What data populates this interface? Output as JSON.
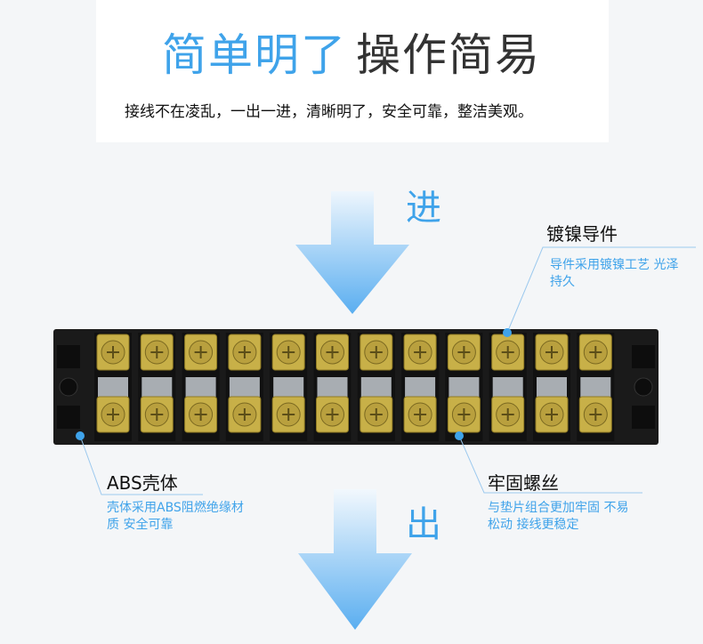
{
  "header": {
    "title_blue": "简单明了",
    "title_gray": "操作简易",
    "subtitle": "接线不在凌乱，一出一进，清晰明了，安全可靠，整洁美观。"
  },
  "flow": {
    "in_label": "进",
    "out_label": "出"
  },
  "callouts": {
    "plating": {
      "title": "镀镍导件",
      "desc": "导件采用镀镍工艺 光泽持久"
    },
    "housing": {
      "title": "ABS壳体",
      "desc": "壳体采用ABS阻燃绝缘材质 安全可靠"
    },
    "screws": {
      "title": "牢固螺丝",
      "desc": "与垫片组合更加牢固 不易松动 接线更稳定"
    }
  },
  "colors": {
    "accent": "#3fa3ea",
    "housing": "#1a1a1a",
    "brass": "#c8b048"
  }
}
